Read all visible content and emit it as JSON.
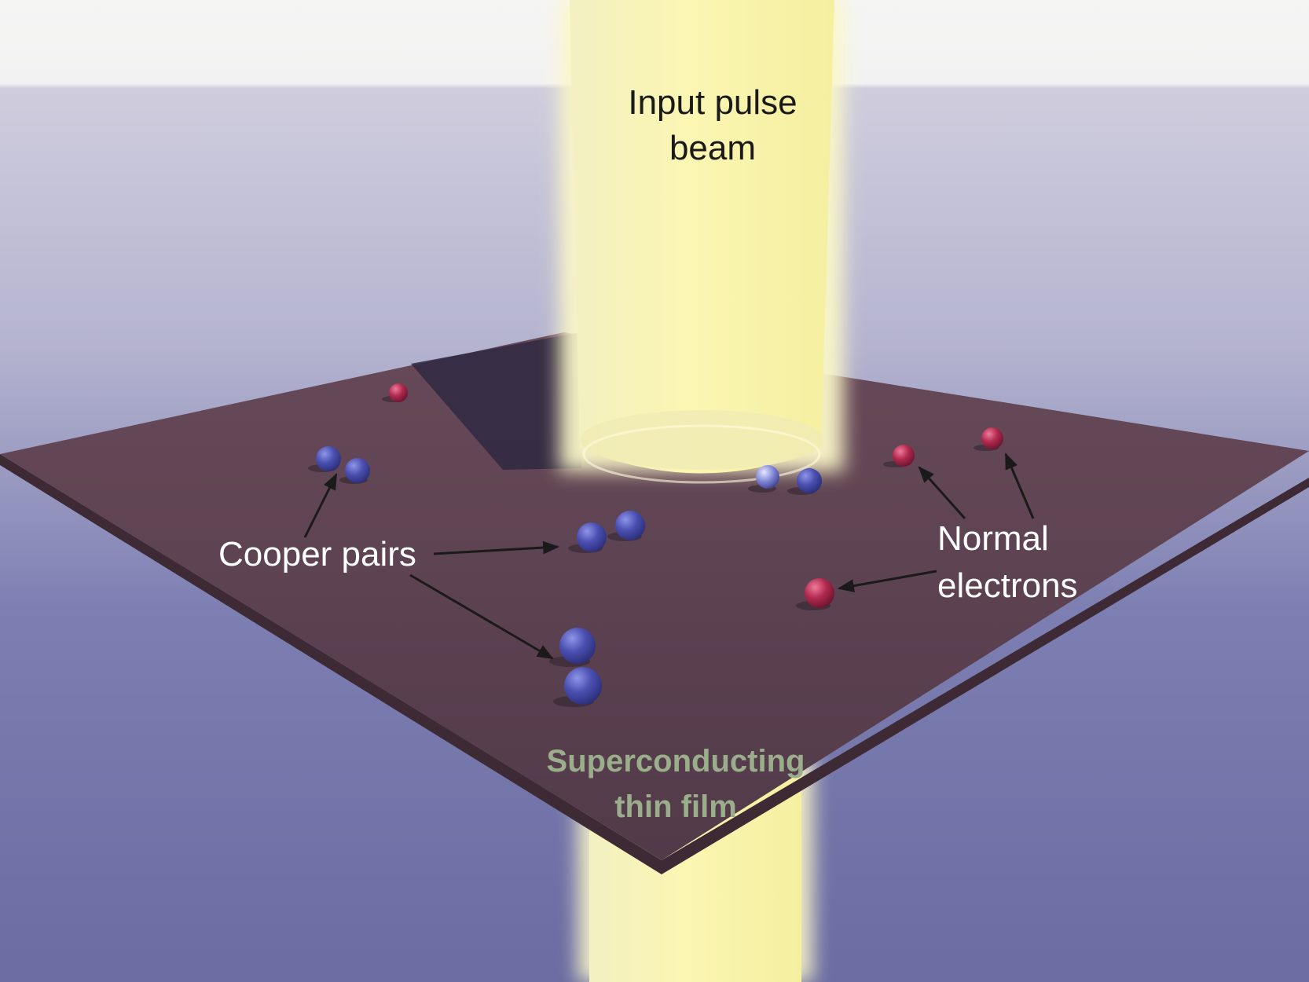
{
  "labels": {
    "beam_line1": "Input pulse",
    "beam_line2": "beam",
    "cooper": "Cooper pairs",
    "normal_line1": "Normal",
    "normal_line2": "electrons",
    "film_line1": "Superconducting",
    "film_line2": "thin film"
  },
  "colors": {
    "sky_top": "#f4f5f4",
    "sky_mid": "#c6c5da",
    "background": "#6b6da3",
    "film": "#5e4554",
    "film_edge": "#3d2a35",
    "beam": "#f6f2b4",
    "cooper_pair": "#4a4fb0",
    "normal_electron": "#b02a4e",
    "film_label": "#9aae8c"
  }
}
